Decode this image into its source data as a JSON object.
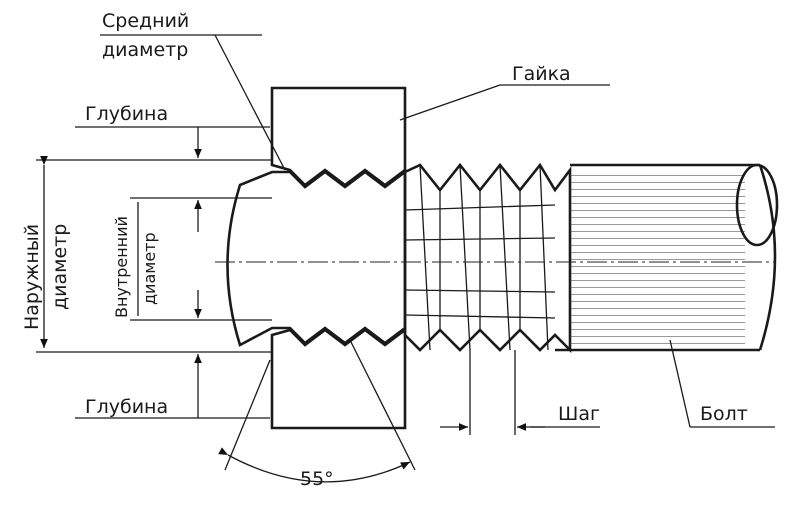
{
  "title": "Thread diagram: nut and bolt",
  "labels": {
    "mean_diameter_1": "Средний",
    "mean_diameter_2": "диаметр",
    "nut": "Гайка",
    "depth_top": "Глубина",
    "depth_bottom": "Глубина",
    "outer_diameter_1": "Наружный",
    "outer_diameter_2": "диаметр",
    "inner_diameter_1": "Внутренний",
    "inner_diameter_2": "диаметр",
    "angle": "55°",
    "pitch": "Шаг",
    "bolt": "Болт"
  }
}
